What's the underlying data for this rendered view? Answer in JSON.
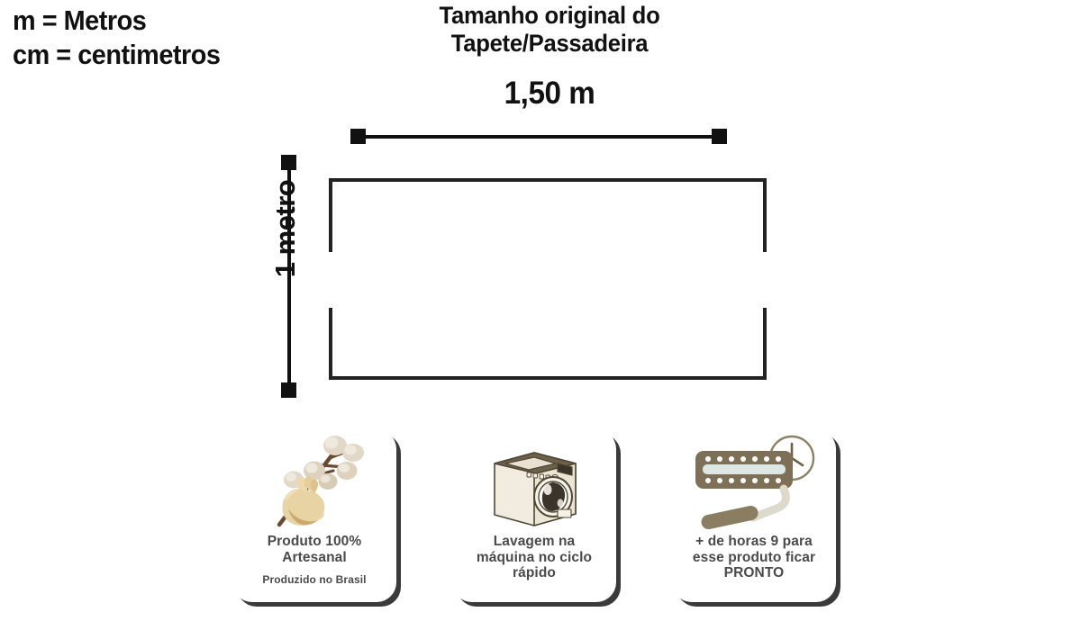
{
  "legend": {
    "lines": [
      "m = Metros",
      "cm = centimetros"
    ]
  },
  "title": {
    "line1": "Tamanho original do",
    "line2": "Tapete/Passadeira"
  },
  "dimensions": {
    "width_label": "1,50 m",
    "height_label": "1 metro"
  },
  "badges": [
    {
      "icon": "cotton-branch-hand-icon",
      "caption": "Produto 100%\nArtesanal",
      "caption_line1": "Produto 100%",
      "caption_line2": "Artesanal",
      "subcaption": "Produzido no Brasil"
    },
    {
      "icon": "washing-machine-icon",
      "caption_line1": "Lavagem na",
      "caption_line2": "máquina no ciclo",
      "caption_line3": "rápido",
      "subcaption": ""
    },
    {
      "icon": "tufting-tool-clock-icon",
      "caption_line1": "+ de horas 9 para",
      "caption_line2": "esse produto ficar",
      "caption_line3": "PRONTO",
      "subcaption": ""
    }
  ],
  "colors": {
    "background": "#ffffff",
    "ink": "#111111",
    "outline": "#222222",
    "caption_text": "#4a4a4a",
    "card_shadow": "#3a3a3a",
    "cotton_boll": "#e8e0d4",
    "branch_brown": "#6b4a32",
    "hand_tan": "#e6cf9e",
    "machine_body": "#f2ece0",
    "machine_top": "#6e6149",
    "tool_olive": "#7d7057",
    "tool_light": "#dde7e4"
  }
}
